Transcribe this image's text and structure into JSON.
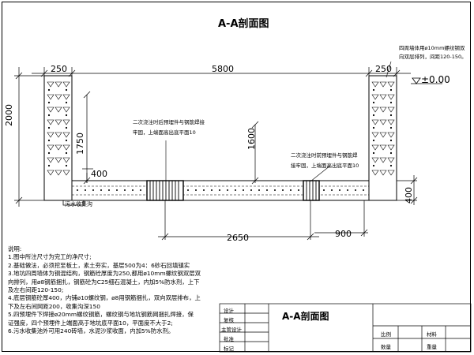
{
  "drawing": {
    "title": "A-A剖面图",
    "top_dims": [
      "250",
      "5800",
      "250"
    ],
    "left_dims": [
      "2000",
      "1750",
      "400"
    ],
    "mid_dim": "1600",
    "bottom_dims": [
      "2650",
      "900"
    ],
    "right_dim": "400",
    "level": "±0.00",
    "callout_top_right": [
      "四周墙体用ø10mm螺纹钢双",
      "向双层排列，间距120-150。"
    ],
    "callout_left": [
      "二次浇注时后预埋件与钢筋焊接",
      "牢固，上端面高出底平面10"
    ],
    "callout_right": [
      "二次浇注时前预埋件与钢筋焊",
      "接牢固，上端面高出底平面10"
    ],
    "sewer_label": "污水收集沟"
  },
  "notes": {
    "heading": "说明:",
    "lines": [
      "1.图中所注尺寸为完工的净尺寸;",
      "2.基础做法，必须挖至板土，素土夯实，基层500为4：6砂石回填镇实",
      "3.地坑四周墙体为钢混结构，钢筋砼厚度为250,都用ø10mm螺纹钢双层双",
      "向排列，用ø8钢筋捆扎，钢筋砼为C25细石混凝土，内加5%防水剂，上下",
      "及左右间距120-150;",
      "4.底层钢筋砼厚400，内铺ø10螺纹钢，ø8用钢筋捆扎，双向双层排布，上",
      "下及左右间网距200，收集沟深150",
      "5.四预埋件下焊接ø20mm螺纹钢筋，螺纹钢与地坑钢筋网捆扎焊接，保",
      "证强度，四个预埋件上端面高于地坑底平面10，平面度不大于2;",
      "6.污水收集池外可用240砖墙，水泥沙浆收面，内加5%防水剂。"
    ]
  },
  "title_block": {
    "roles": [
      "设计",
      "复核",
      "主管设计",
      "批准",
      "标记"
    ],
    "title": "A-A剖面图",
    "fields": [
      "比例",
      "材料",
      "数量",
      "重量"
    ]
  }
}
